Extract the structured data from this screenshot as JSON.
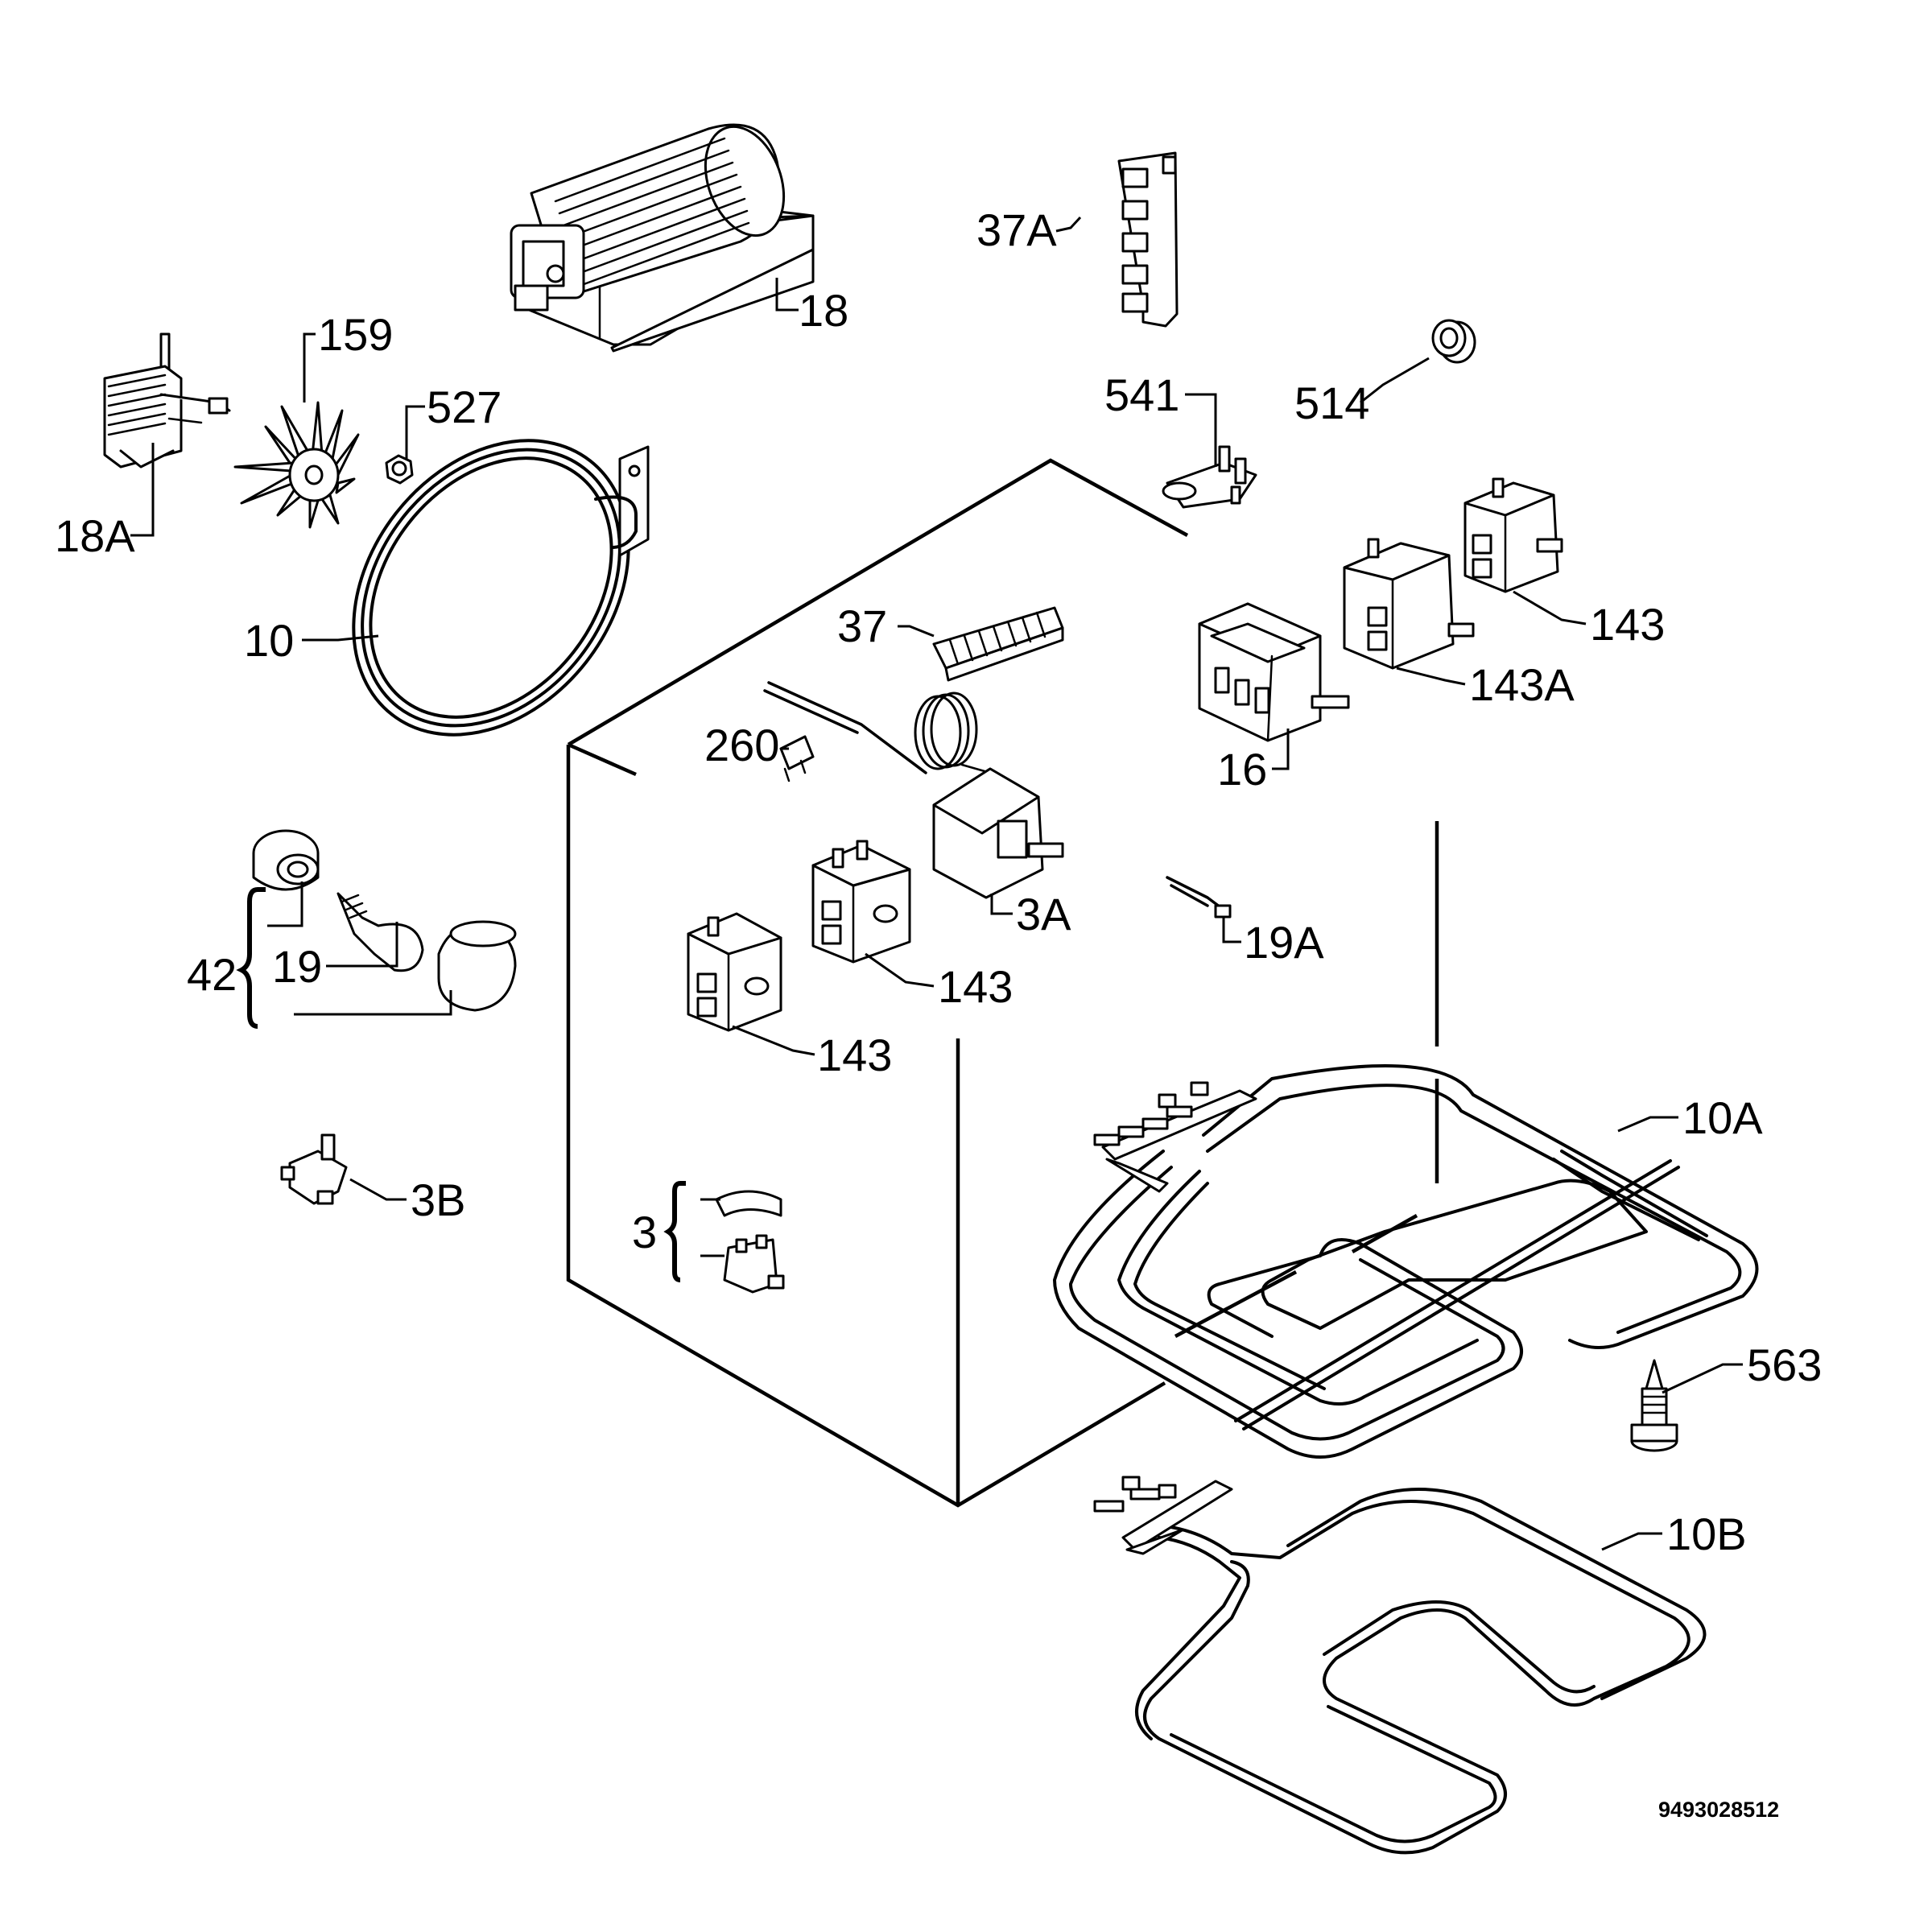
{
  "parts": [
    {
      "id": "p18",
      "label": "18"
    },
    {
      "id": "p18a",
      "label": "18A"
    },
    {
      "id": "p159",
      "label": "159"
    },
    {
      "id": "p527",
      "label": "527"
    },
    {
      "id": "p10",
      "label": "10"
    },
    {
      "id": "p37a",
      "label": "37A"
    },
    {
      "id": "p541",
      "label": "541"
    },
    {
      "id": "p514",
      "label": "514"
    },
    {
      "id": "p37",
      "label": "37"
    },
    {
      "id": "p143_top",
      "label": "143"
    },
    {
      "id": "p143a",
      "label": "143A"
    },
    {
      "id": "p16",
      "label": "16"
    },
    {
      "id": "p260",
      "label": "260"
    },
    {
      "id": "p3a",
      "label": "3A"
    },
    {
      "id": "p19a",
      "label": "19A"
    },
    {
      "id": "p143_mid",
      "label": "143"
    },
    {
      "id": "p143_low",
      "label": "143"
    },
    {
      "id": "p42",
      "label": "42"
    },
    {
      "id": "p19",
      "label": "19"
    },
    {
      "id": "p3b",
      "label": "3B"
    },
    {
      "id": "p3",
      "label": "3"
    },
    {
      "id": "p10a",
      "label": "10A"
    },
    {
      "id": "p563",
      "label": "563"
    },
    {
      "id": "p10b",
      "label": "10B"
    }
  ],
  "document_number": "9493028512"
}
